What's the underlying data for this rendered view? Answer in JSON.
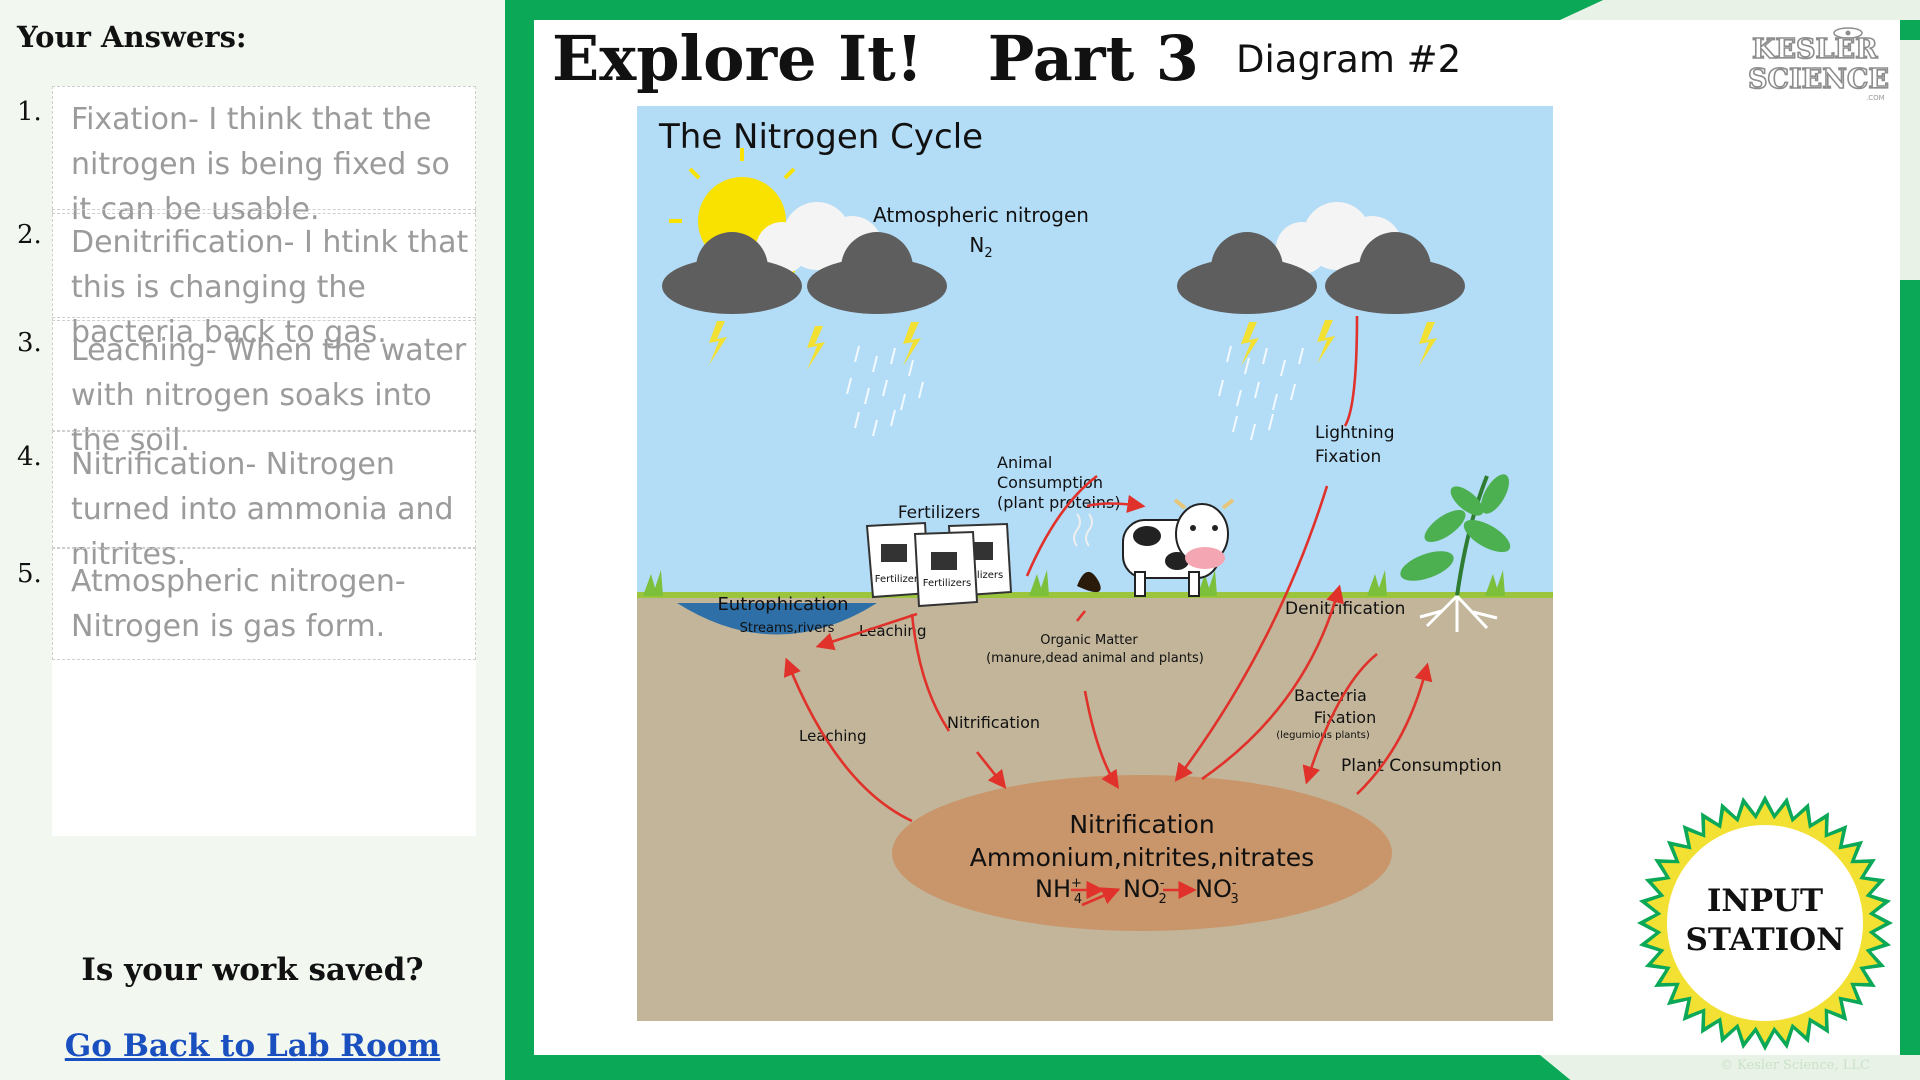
{
  "answers_panel": {
    "title": "Your Answers:",
    "answers": [
      {
        "number": "1.",
        "text": "Fixation- I think that the nitrogen is being fixed so it can be usable."
      },
      {
        "number": "2.",
        "text": "Denitrification- I htink that this is changing the bacteria back to gas."
      },
      {
        "number": "3.",
        "text": "Leaching- When the water with nitrogen soaks into the soil."
      },
      {
        "number": "4.",
        "text": "Nitrification- Nitrogen turned into ammonia and nitrites."
      },
      {
        "number": "5.",
        "text": "Atmospheric nitrogen- Nitrogen is gas form."
      }
    ],
    "save_question": "Is your work saved?",
    "back_link": "Go Back to Lab Room"
  },
  "slide": {
    "title": "Explore It!   Part 3",
    "diagram_label": "Diagram #2",
    "logo_line1": "KESLER",
    "logo_line2": "SCIENCE",
    "logo_com": ".COM",
    "badge_line1": "INPUT",
    "badge_line2": "STATION",
    "copyright": "© Kesler Science, LLC"
  },
  "diagram": {
    "title": "The Nitrogen Cycle",
    "atmospheric": "Atmospheric nitrogen",
    "n2": "N",
    "n2_sub": "2",
    "lightning_1": "Lightning",
    "lightning_2": "Fixation",
    "animal_1": "Animal",
    "animal_2": "Consumption",
    "animal_3": "(plant proteins)",
    "fertilizers": "Fertilizers",
    "bag_label_1": "Fertilizers",
    "bag_label_2": "Fertilizers",
    "bag_label_3": "Fertilizers",
    "eutrophication": "Eutrophication",
    "streams": "Streams,rivers",
    "leaching_top": "Leaching",
    "leaching_left": "Leaching",
    "organic_1": "Organic Matter",
    "organic_2": "(manure,dead animal and plants)",
    "denitrification": "Denitrification",
    "bacteria_1": "Bacterria",
    "bacteria_2": "Fixation",
    "bacteria_3": "(legumious plants)",
    "nitrification_mid": "Nitrification",
    "plant_consumption": "Plant Consumption",
    "pool_title": "Nitrification",
    "pool_sub": "Ammonium,nitrites,nitrates",
    "nh": "NH",
    "nh_sup": "+",
    "nh_sub": "4",
    "no2": "NO",
    "no2_sup": "-",
    "no2_sub": "2",
    "no3": "NO",
    "no3_sup": "-",
    "no3_sub": "3"
  },
  "colors": {
    "slide_green": "#0aa857",
    "sky": "#b3dcf7",
    "soil": "#c2b59a",
    "arrow_red": "#e0312a",
    "link_blue": "#1a4fc0",
    "answer_gray": "#9b9b9b"
  }
}
